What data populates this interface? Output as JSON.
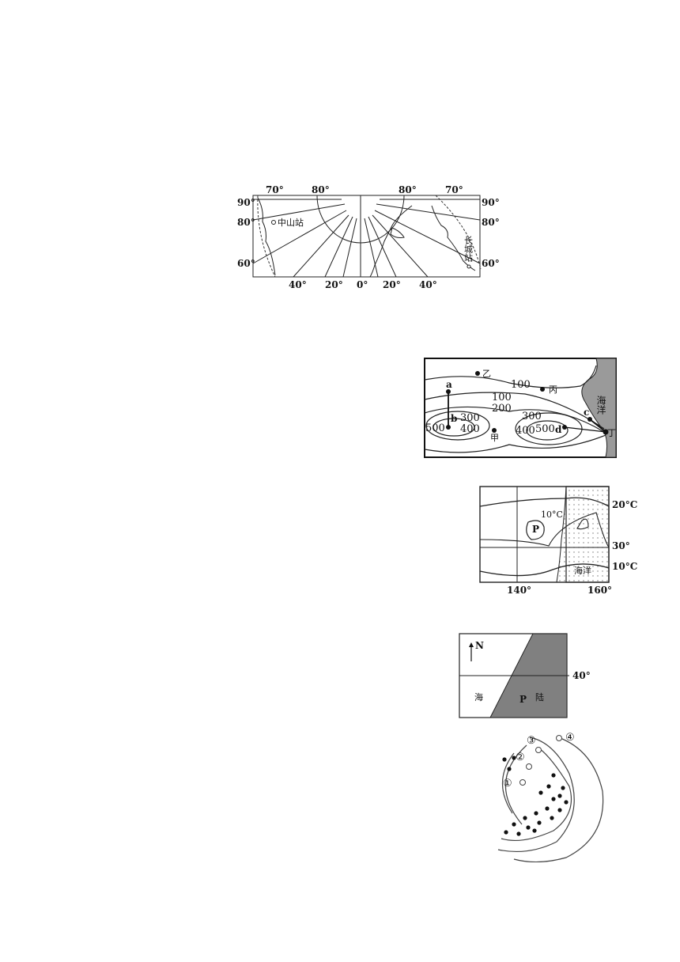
{
  "antarctica_map": {
    "top_labels": [
      "70°",
      "80°",
      "80°",
      "70°"
    ],
    "left_labels": [
      "90°",
      "80°",
      "60°"
    ],
    "right_labels": [
      "90°",
      "80°",
      "60°"
    ],
    "bottom_labels": [
      "40°",
      "20°",
      "0°",
      "20°",
      "40°"
    ],
    "station_zhongshan": "中山站",
    "station_changcheng": "长城站"
  },
  "contour_map": {
    "points": [
      "a",
      "b",
      "c",
      "d",
      "丁"
    ],
    "places": [
      "乙",
      "丙",
      "甲"
    ],
    "contours": [
      "100",
      "100",
      "200",
      "300",
      "400",
      "500",
      "300",
      "400",
      "500"
    ],
    "ocean_label": "海洋"
  },
  "isotherm_map": {
    "isotherms": [
      "20°C",
      "10°C",
      "10°C"
    ],
    "lat_label": "30°",
    "lon_labels": [
      "140°",
      "160°"
    ],
    "point_p": "P",
    "ocean_label": "海洋"
  },
  "coast_map": {
    "north": "N",
    "lat_label": "40°",
    "sea": "海",
    "land": "陆",
    "point_p": "P"
  },
  "layer_diagram": {
    "markers": [
      "①",
      "②",
      "③",
      "④"
    ]
  }
}
